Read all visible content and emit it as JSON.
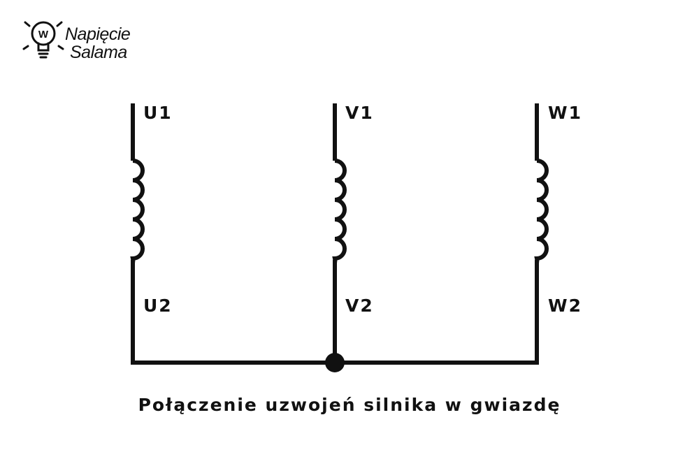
{
  "logo": {
    "line1": "Napięcie",
    "line2": "Salama",
    "bulb_letter": "W"
  },
  "terminals": {
    "u1": "U1",
    "u2": "U2",
    "v1": "V1",
    "v2": "V2",
    "w1": "W1",
    "w2": "W2"
  },
  "caption": "Połączenie uzwojeń silnika w gwiazdę",
  "colors": {
    "ink": "#111111",
    "background": "#ffffff"
  }
}
